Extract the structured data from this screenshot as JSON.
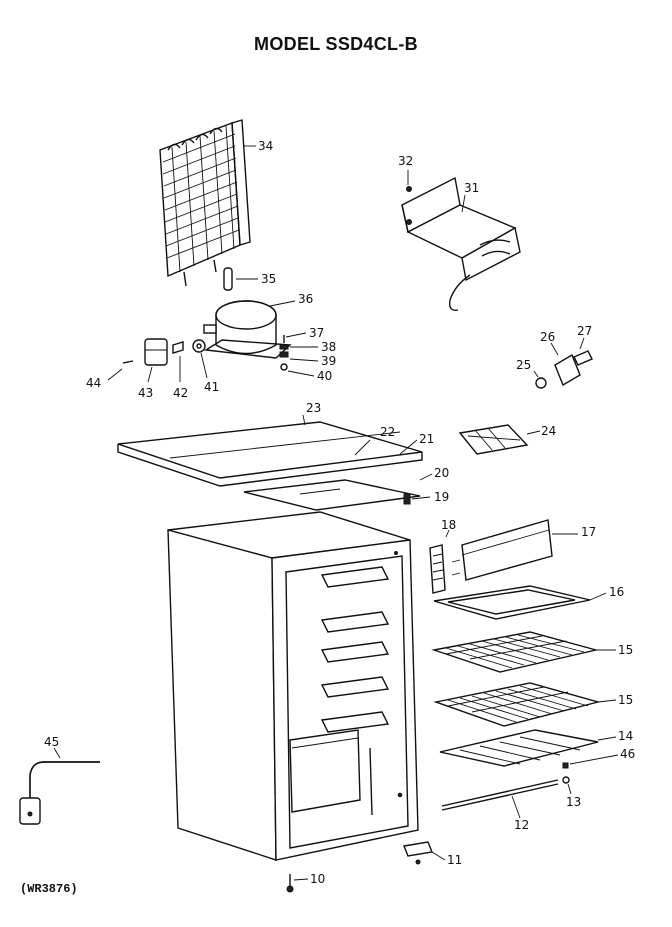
{
  "title": "MODEL SSD4CL-B",
  "footer": "(WR3876)",
  "callouts": [
    {
      "id": "34",
      "text": "34"
    },
    {
      "id": "35",
      "text": "35"
    },
    {
      "id": "36",
      "text": "36"
    },
    {
      "id": "37",
      "text": "37"
    },
    {
      "id": "38",
      "text": "38"
    },
    {
      "id": "39",
      "text": "39"
    },
    {
      "id": "40",
      "text": "40"
    },
    {
      "id": "41",
      "text": "41"
    },
    {
      "id": "42",
      "text": "42"
    },
    {
      "id": "43",
      "text": "43"
    },
    {
      "id": "44",
      "text": "44"
    },
    {
      "id": "32",
      "text": "32"
    },
    {
      "id": "31",
      "text": "31"
    },
    {
      "id": "26",
      "text": "26"
    },
    {
      "id": "27",
      "text": "27"
    },
    {
      "id": "25",
      "text": "25"
    },
    {
      "id": "23",
      "text": "23"
    },
    {
      "id": "22",
      "text": "22"
    },
    {
      "id": "21",
      "text": "21"
    },
    {
      "id": "24",
      "text": "24"
    },
    {
      "id": "20",
      "text": "20"
    },
    {
      "id": "19",
      "text": "19"
    },
    {
      "id": "18",
      "text": "18"
    },
    {
      "id": "17",
      "text": "17"
    },
    {
      "id": "16",
      "text": "16"
    },
    {
      "id": "15a",
      "text": "15"
    },
    {
      "id": "15b",
      "text": "15"
    },
    {
      "id": "14",
      "text": "14"
    },
    {
      "id": "46",
      "text": "46"
    },
    {
      "id": "13",
      "text": "13"
    },
    {
      "id": "12",
      "text": "12"
    },
    {
      "id": "11",
      "text": "11"
    },
    {
      "id": "10",
      "text": "10"
    },
    {
      "id": "45",
      "text": "45"
    }
  ]
}
